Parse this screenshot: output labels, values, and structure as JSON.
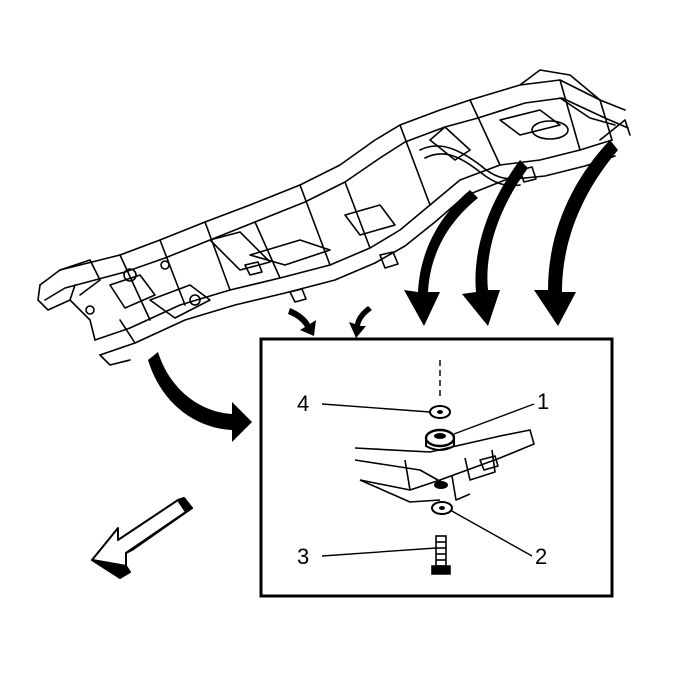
{
  "figure": {
    "callouts": {
      "c1": "1",
      "c2": "2",
      "c3": "3",
      "c4": "4"
    },
    "colors": {
      "ink": "#000000",
      "paper": "#ffffff",
      "hatch": "#dddddd"
    },
    "icons": [
      "frame-chassis-illustration",
      "curved-arrow-icon",
      "direction-arrow-icon",
      "bolt-icon",
      "washer-icon",
      "body-mount-cushion-icon"
    ]
  }
}
